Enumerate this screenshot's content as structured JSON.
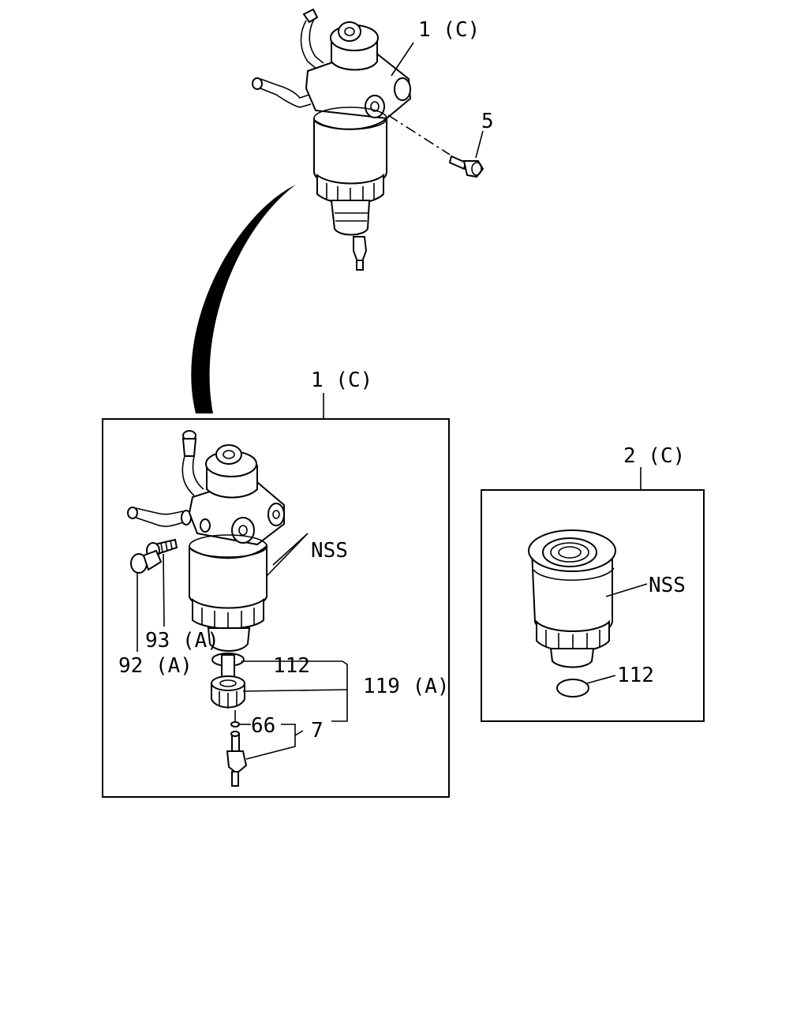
{
  "labels": {
    "top_assembly": "1 (C)",
    "top_bolt": "5",
    "detail_assembly": "1 (C)",
    "detail_nss": "NSS",
    "detail_93": "93 (A)",
    "detail_92": "92 (A)",
    "detail_112": "112",
    "detail_119": "119 (A)",
    "detail_66": "66",
    "detail_7": "7",
    "element_assembly": "2 (C)",
    "element_nss": "NSS",
    "element_112": "112"
  }
}
